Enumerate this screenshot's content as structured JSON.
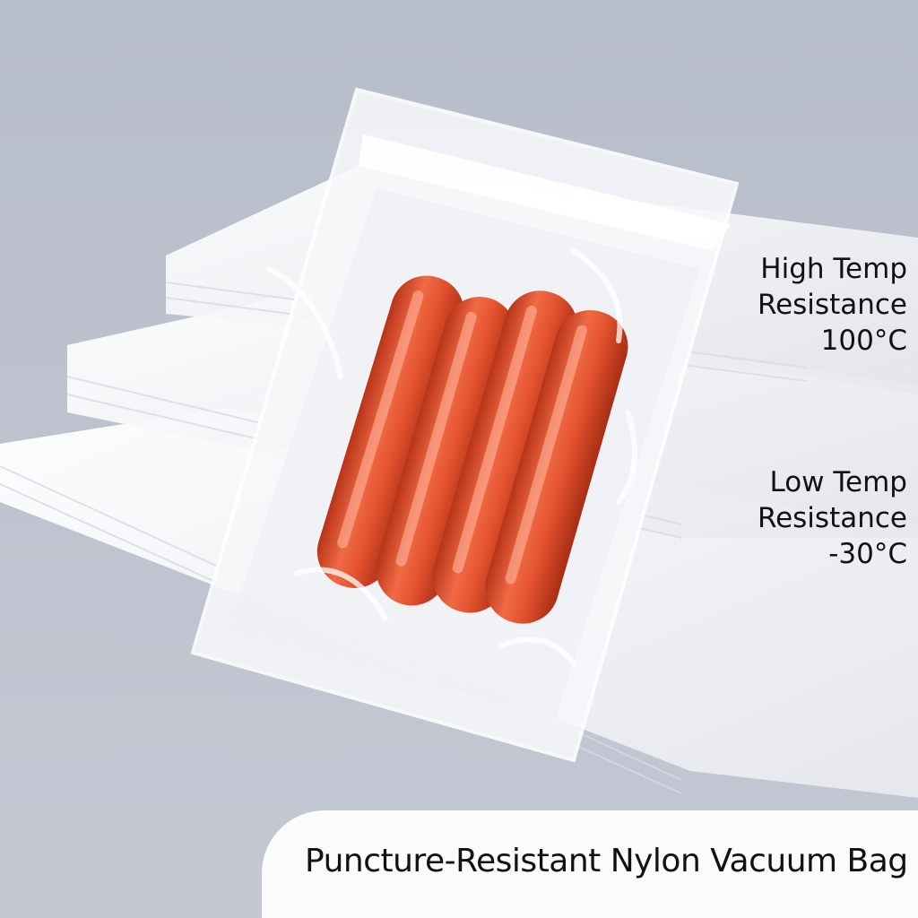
{
  "callouts": {
    "high_temp": {
      "line1": "High Temp",
      "line2": "Resistance",
      "value": "100°C"
    },
    "low_temp": {
      "line1": "Low Temp",
      "line2": "Resistance",
      "value": "-30°C"
    }
  },
  "caption": "Puncture-Resistant Nylon Vacuum Bag",
  "colors": {
    "background": "#b7bcc9",
    "bag_stack": "#f3f4f7",
    "sausage": "#e0502f",
    "banner": "#ffffff"
  }
}
